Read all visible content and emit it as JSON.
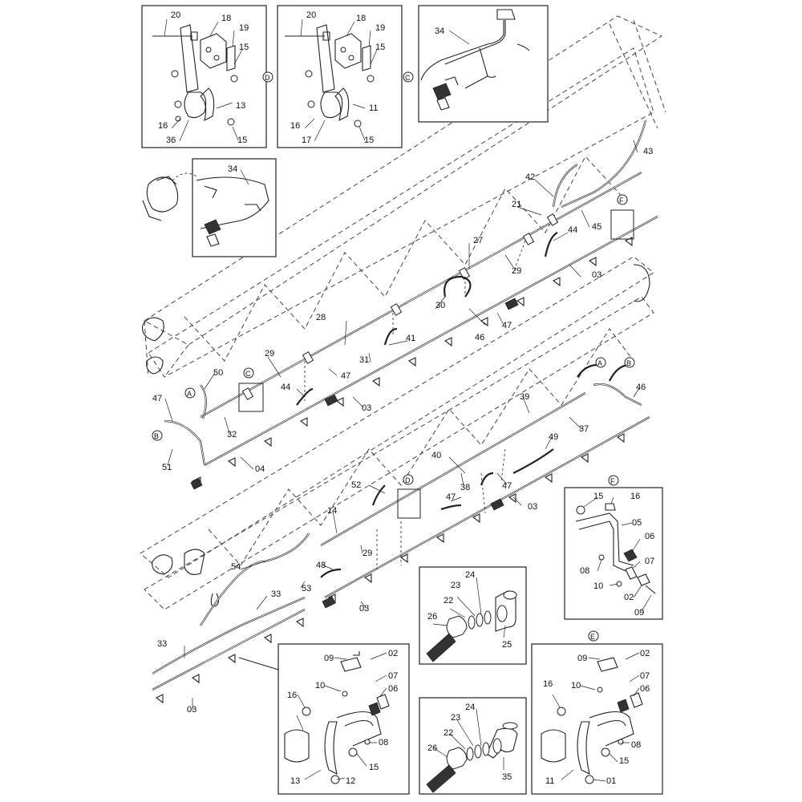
{
  "refs": {
    "A": "A",
    "B": "B",
    "C": "C",
    "D": "D",
    "E": "E",
    "F": "F"
  },
  "labels": {
    "n01": "01",
    "n02": "02",
    "n03": "03",
    "n04": "04",
    "n05": "05",
    "n06": "06",
    "n07": "07",
    "n08": "08",
    "n09": "09",
    "n10": "10",
    "n11": "11",
    "n12": "12",
    "n13": "13",
    "n14": "14",
    "n15": "15",
    "n16": "16",
    "n17": "17",
    "n18": "18",
    "n19": "19",
    "n20": "20",
    "n21": "21",
    "n22": "22",
    "n23": "23",
    "n24": "24",
    "n25": "25",
    "n26": "26",
    "n27": "27",
    "n28": "28",
    "n29": "29",
    "n30": "30",
    "n31": "31",
    "n32": "32",
    "n33": "33",
    "n34": "34",
    "n35": "35",
    "n36": "36",
    "n37": "37",
    "n38": "38",
    "n39": "39",
    "n40": "40",
    "n41": "41",
    "n42": "42",
    "n43": "43",
    "n44": "44",
    "n45": "45",
    "n46": "46",
    "n47": "47",
    "n48": "48",
    "n49": "49",
    "n50": "50",
    "n51": "51",
    "n52": "52",
    "n53": "53",
    "n54": "54"
  }
}
